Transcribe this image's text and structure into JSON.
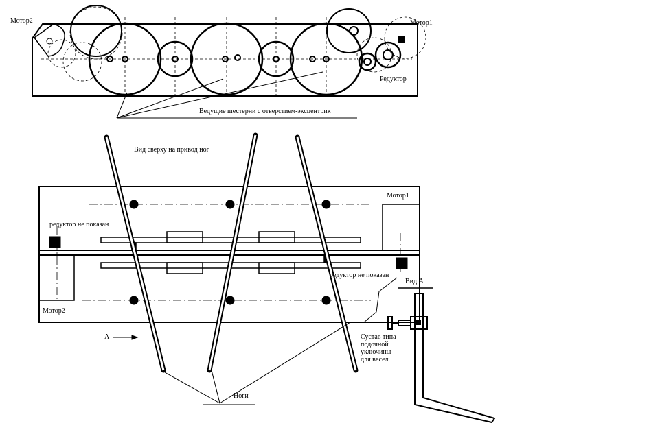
{
  "top_view": {
    "motor2": "Мотор2",
    "motor1": "Мотор1",
    "reducer": "Редуктор",
    "drive_gears": "Ведущие шестерни с отверстием-эксцентрик"
  },
  "plan_view": {
    "title": "Вид сверху на привод ног",
    "motor1": "Мотор1",
    "motor2": "Мотор2",
    "reducer_left": "редуктор не показан",
    "reducer_right": "редуктор не показан",
    "arrow_a": "А",
    "legs": "Ноги"
  },
  "view_a": {
    "title": "Вид А",
    "joint": "Сустав типа подочной уключины для весел"
  }
}
